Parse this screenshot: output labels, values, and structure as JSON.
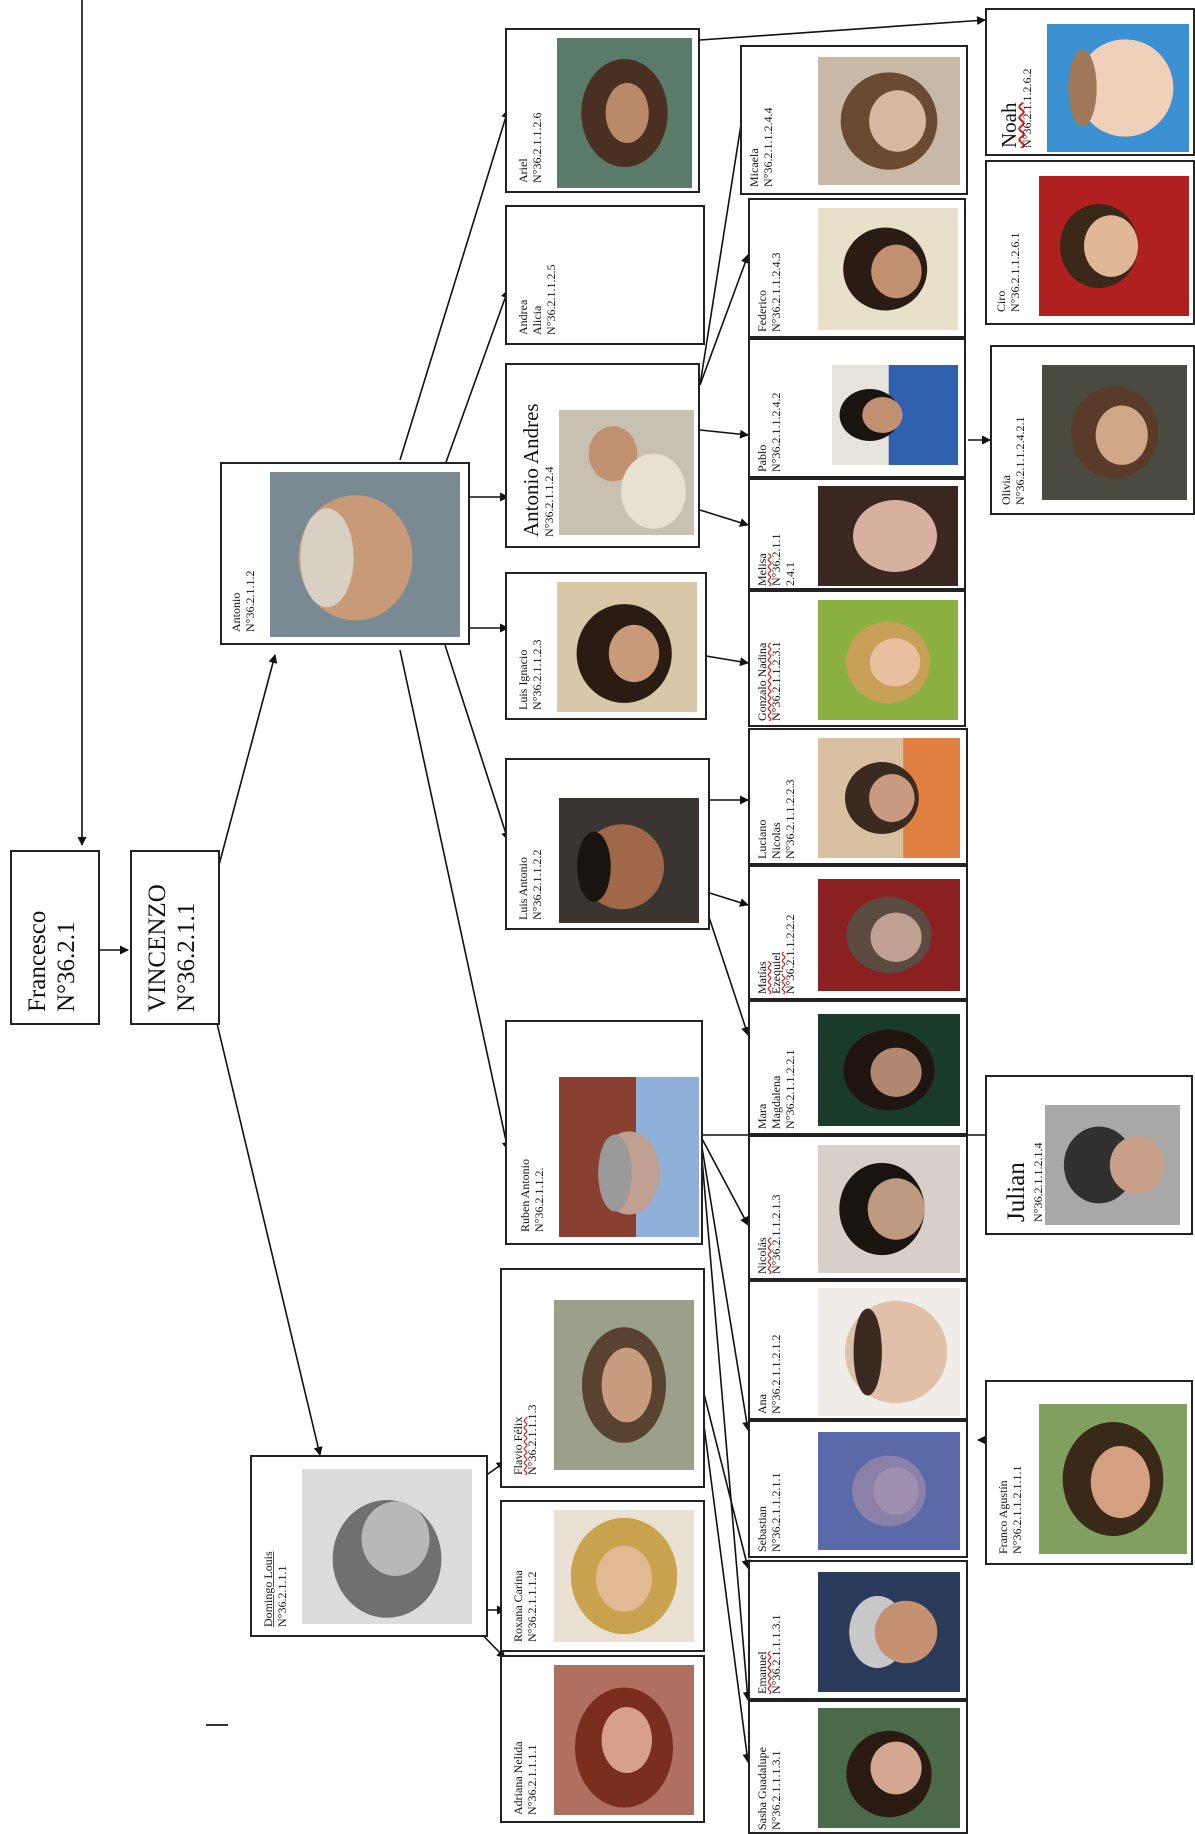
{
  "tree": {
    "root": {
      "name": "Francesco",
      "id": "N°36.2.1"
    },
    "gen1": {
      "name": "VINCENZO",
      "id": "N°36.2.1.1"
    },
    "people": {
      "domingo": {
        "name": "Domingo Louis",
        "id": "N°36.2.1.1.1"
      },
      "antonio": {
        "name": "Antonio",
        "id": "N°36.2.1.1.2"
      },
      "flavio": {
        "name": "Flavio Félix",
        "id": "N°36.2.1.1.1.3"
      },
      "roxana": {
        "name": "Roxana Carina",
        "id": "N°36.2.1.1.1.2"
      },
      "adriana": {
        "name": "Adriana Nelida",
        "id": "N°36.2.1.1.1.1"
      },
      "ruben": {
        "name": "Ruben Antonio",
        "id": "N°36.2.1.1.2."
      },
      "luisantonio": {
        "name": "Luis Antonio",
        "id": "N°36.2.1.1.2.2"
      },
      "luisignacio": {
        "name": "Luis Ignacio",
        "id": "N°36.2.1.1.2.3"
      },
      "antonioandres": {
        "name": "Antonio Andres",
        "id": "N°36.2.1.1.2.4"
      },
      "andrea": {
        "name1": "Andrea",
        "name2": "Alicia",
        "id": "N°36.2.1.1.2.5"
      },
      "ariel": {
        "name": "Ariel",
        "id": "N°36.2.1.1.2.6"
      },
      "sasha": {
        "name": "Sasha Guadalupe",
        "id": "N°36.2.1.1.1.3.1"
      },
      "emanuel": {
        "name": "Emanuel",
        "id": "N°36.2.1.1.1.3.1"
      },
      "sebastian": {
        "name": "Sebastian",
        "id": "N°36.2.1.1.2.1.1"
      },
      "ana": {
        "name": "Ana",
        "id": "N°36.2.1.1.2.1.2"
      },
      "nicolas": {
        "name": "Nicolás",
        "id": "N°36.2.1.1.2.1.3"
      },
      "mara": {
        "name1": "Mara",
        "name2": "Magdalena",
        "id": "N°36.2.1.1.2.2.1"
      },
      "matias": {
        "name1": "Matías",
        "name2": "Ezequiel",
        "id": "N°36.2.1.1.2.2.2"
      },
      "luciano": {
        "name1": "Luciano",
        "name2": "Nicolas",
        "id": "N°36.2.1.1.2.2.3"
      },
      "gonzalo": {
        "name": "Gonzalo Nadina",
        "id": "N°36.2.1.1.2.3.1"
      },
      "melisa": {
        "name": "Melisa",
        "id1": "N°36.2.1.1",
        "id2": "2.4.1"
      },
      "pablo": {
        "name": "Pablo",
        "id": "N°36.2.1.1.2.4.2"
      },
      "federico": {
        "name": "Federico",
        "id": "N°36.2.1.1.2.4.3"
      },
      "micaela": {
        "name": "Micaela",
        "id": "N°36.2.1.1.2.4.4"
      },
      "franco": {
        "name": "Franco Agustín",
        "id": "N°36.2.1.1.2.1.1.1"
      },
      "julian": {
        "name": "Julian",
        "id": "N°36.2.1.1.2.1.4"
      },
      "olivia": {
        "name": "Olivia",
        "id": "N°36.2.1.1.2.4.2.1"
      },
      "ciro": {
        "name": "Ciro",
        "id": "N°36.2.1.1.2.6.1"
      },
      "noah": {
        "name": "Noah",
        "id": "N°36.2.1.1.2.6.2"
      }
    }
  }
}
